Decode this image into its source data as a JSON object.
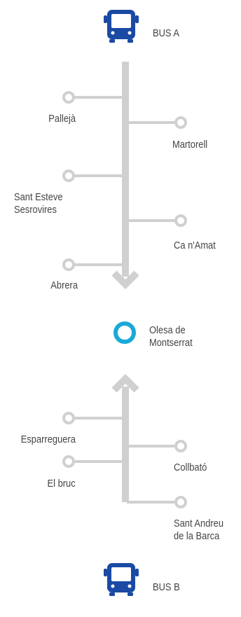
{
  "colors": {
    "route_line": "#d0d0d0",
    "bus_icon": "#1a4aa3",
    "bus_window": "#ffffff",
    "hub_ring": "#19a9d8",
    "label_text": "#444444"
  },
  "bus_a": {
    "icon": "bus-icon",
    "label": "BUS A"
  },
  "bus_b": {
    "icon": "bus-icon",
    "label": "BUS B"
  },
  "hub": {
    "label": "Olesa de\nMontserrat"
  },
  "route_a": {
    "stops": [
      {
        "name": "Pallejà",
        "side": "left"
      },
      {
        "name": "Martorell",
        "side": "right"
      },
      {
        "name": "Sant Esteve\nSesrovires",
        "side": "left"
      },
      {
        "name": "Ca n'Amat",
        "side": "right"
      },
      {
        "name": "Abrera",
        "side": "left"
      }
    ]
  },
  "route_b": {
    "stops": [
      {
        "name": "Esparreguera",
        "side": "left"
      },
      {
        "name": "Collbató",
        "side": "right"
      },
      {
        "name": "El bruc",
        "side": "left"
      },
      {
        "name": "Sant Andreu\nde la Barca",
        "side": "right"
      }
    ]
  }
}
